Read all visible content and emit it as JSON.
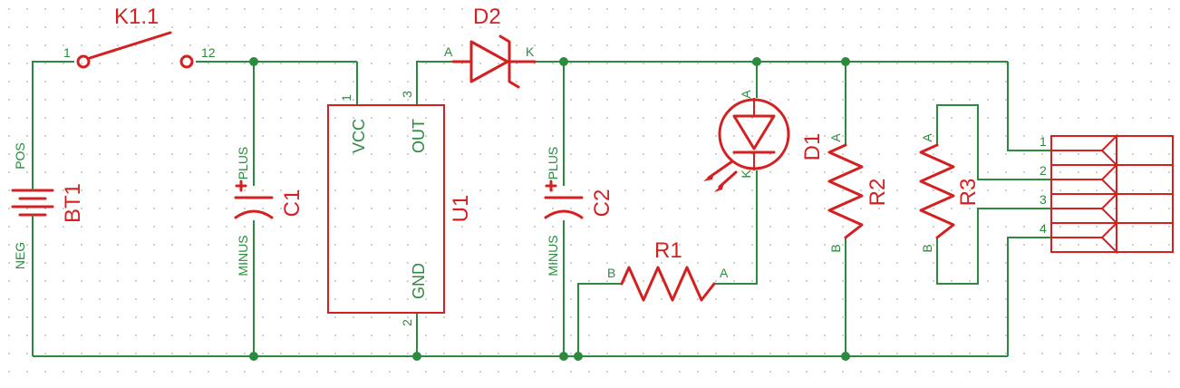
{
  "components": {
    "k1": {
      "label": "K1.1",
      "pin_a": "1",
      "pin_b": "12"
    },
    "d2": {
      "label": "D2",
      "pin_a": "A",
      "pin_k": "K"
    },
    "bt1": {
      "label": "BT1",
      "pos": "POS",
      "neg": "NEG"
    },
    "c1": {
      "label": "C1",
      "plus": "PLUS",
      "minus": "MINUS"
    },
    "c2": {
      "label": "C2",
      "plus": "PLUS",
      "minus": "MINUS"
    },
    "u1": {
      "label": "U1",
      "vcc": "VCC",
      "out": "OUT",
      "gnd": "GND",
      "pin1": "1",
      "pin3": "3",
      "pin2": "2"
    },
    "d1": {
      "label": "D1",
      "pin_a": "A",
      "pin_k": "K"
    },
    "r1": {
      "label": "R1",
      "pin_b": "B",
      "pin_a": "A"
    },
    "r2": {
      "label": "R2",
      "pin_a": "A",
      "pin_b": "B"
    },
    "r3": {
      "label": "R3",
      "pin_a": "A",
      "pin_b": "B"
    },
    "connector": {
      "pins": [
        "1",
        "2",
        "3",
        "4"
      ]
    }
  },
  "colors": {
    "wire": "#2b8a3e",
    "part": "#d42020",
    "grid": "#9a9a9a"
  }
}
